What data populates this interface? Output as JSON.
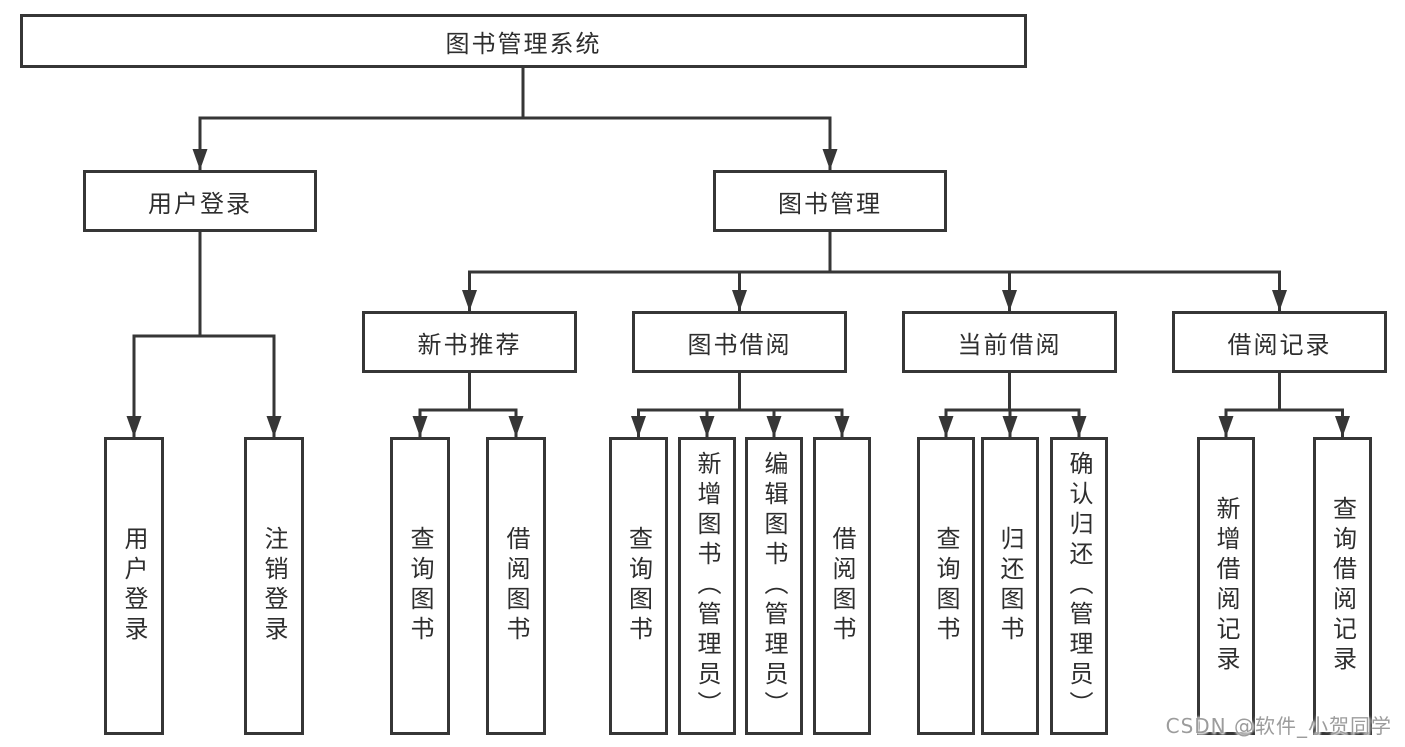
{
  "colors": {
    "line": "#363636",
    "box_border": "#363636",
    "text": "#2e2e2e",
    "background": "#ffffff",
    "watermark": "#9c9c9c"
  },
  "watermark": {
    "text": "CSDN @软件_小贺同学"
  },
  "tree": {
    "root": {
      "label": "图书管理系统",
      "children": [
        {
          "label": "用户登录",
          "children": [
            {
              "label": "用户登录"
            },
            {
              "label": "注销登录"
            }
          ]
        },
        {
          "label": "图书管理",
          "children": [
            {
              "label": "新书推荐",
              "children": [
                {
                  "label": "查询图书"
                },
                {
                  "label": "借阅图书"
                }
              ]
            },
            {
              "label": "图书借阅",
              "children": [
                {
                  "label": "查询图书"
                },
                {
                  "label": "新增图书（管理员）"
                },
                {
                  "label": "编辑图书（管理员）"
                },
                {
                  "label": "借阅图书"
                }
              ]
            },
            {
              "label": "当前借阅",
              "children": [
                {
                  "label": "查询图书"
                },
                {
                  "label": "归还图书"
                },
                {
                  "label": "确认归还（管理员）"
                }
              ]
            },
            {
              "label": "借阅记录",
              "children": [
                {
                  "label": "新增借阅记录"
                },
                {
                  "label": "查询借阅记录"
                }
              ]
            }
          ]
        }
      ]
    }
  }
}
